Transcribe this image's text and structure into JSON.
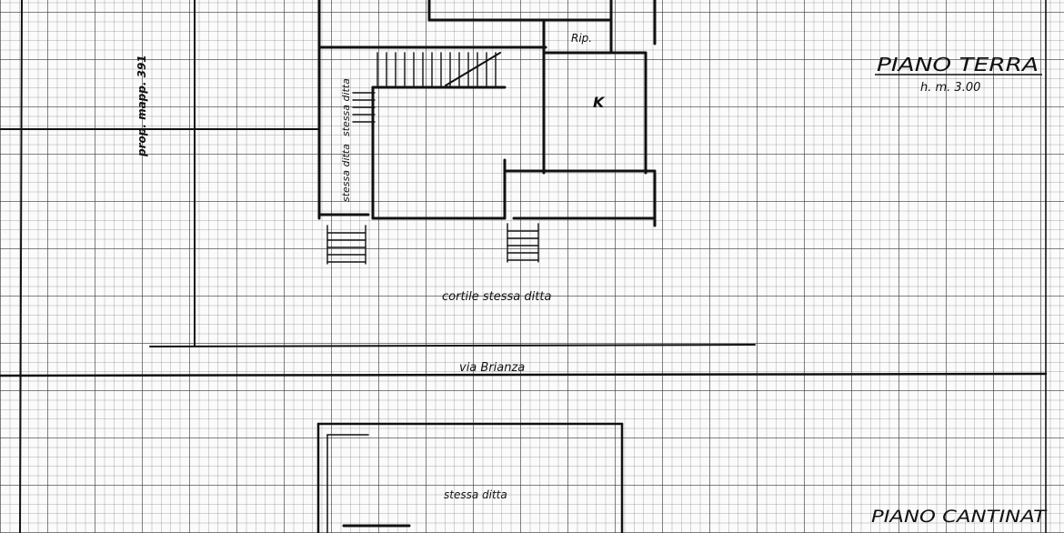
{
  "labels": {
    "kitchen": "K",
    "storage": "Rip.",
    "courtyard": "cortile stessa ditta",
    "street": "via Brianza",
    "basement_room": "stessa ditta",
    "left_room_1": "stessa ditta",
    "left_room_2": "stessa ditta",
    "property_ref": "prop. mapp. 391"
  },
  "titles": {
    "ground_floor": "PIANO TERRA",
    "ground_floor_height": "h. m. 3.00",
    "basement": "PIANO CANTINAT"
  }
}
